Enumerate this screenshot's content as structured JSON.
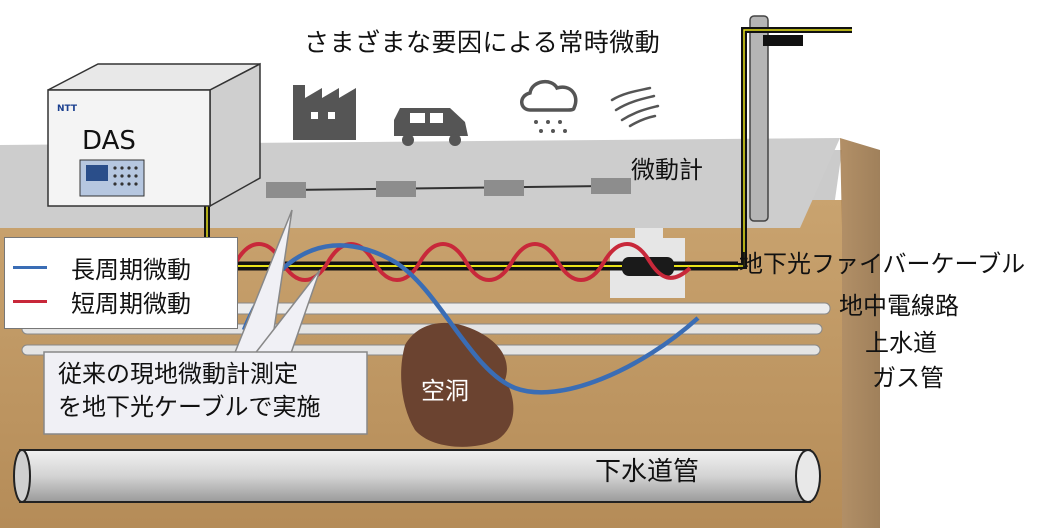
{
  "title": "さまざまな要因による常時微動",
  "das": {
    "label": "DAS",
    "logo": "NTT"
  },
  "labels": {
    "seismometer": "微動計",
    "fiber": "地下光ファイバーケーブル",
    "power": "地中電線路",
    "water": "上水道",
    "gas": "ガス管",
    "cavity": "空洞",
    "sewer": "下水道管"
  },
  "legend": {
    "long": {
      "label": "長周期微動",
      "color": "#3a6db5"
    },
    "short": {
      "label": "短周期微動",
      "color": "#c8283a"
    }
  },
  "callout": {
    "line1": "従来の現地微動計測定",
    "line2": "を地下光ケーブルで実施"
  },
  "icons": [
    "factory-icon",
    "car-icon",
    "rain-cloud-icon",
    "wind-icon"
  ],
  "colors": {
    "ground_top": "#cfcfcf",
    "soil": "#c49a63",
    "fiber_yellow": "#e8e21a",
    "cavity": "#6b4330"
  }
}
